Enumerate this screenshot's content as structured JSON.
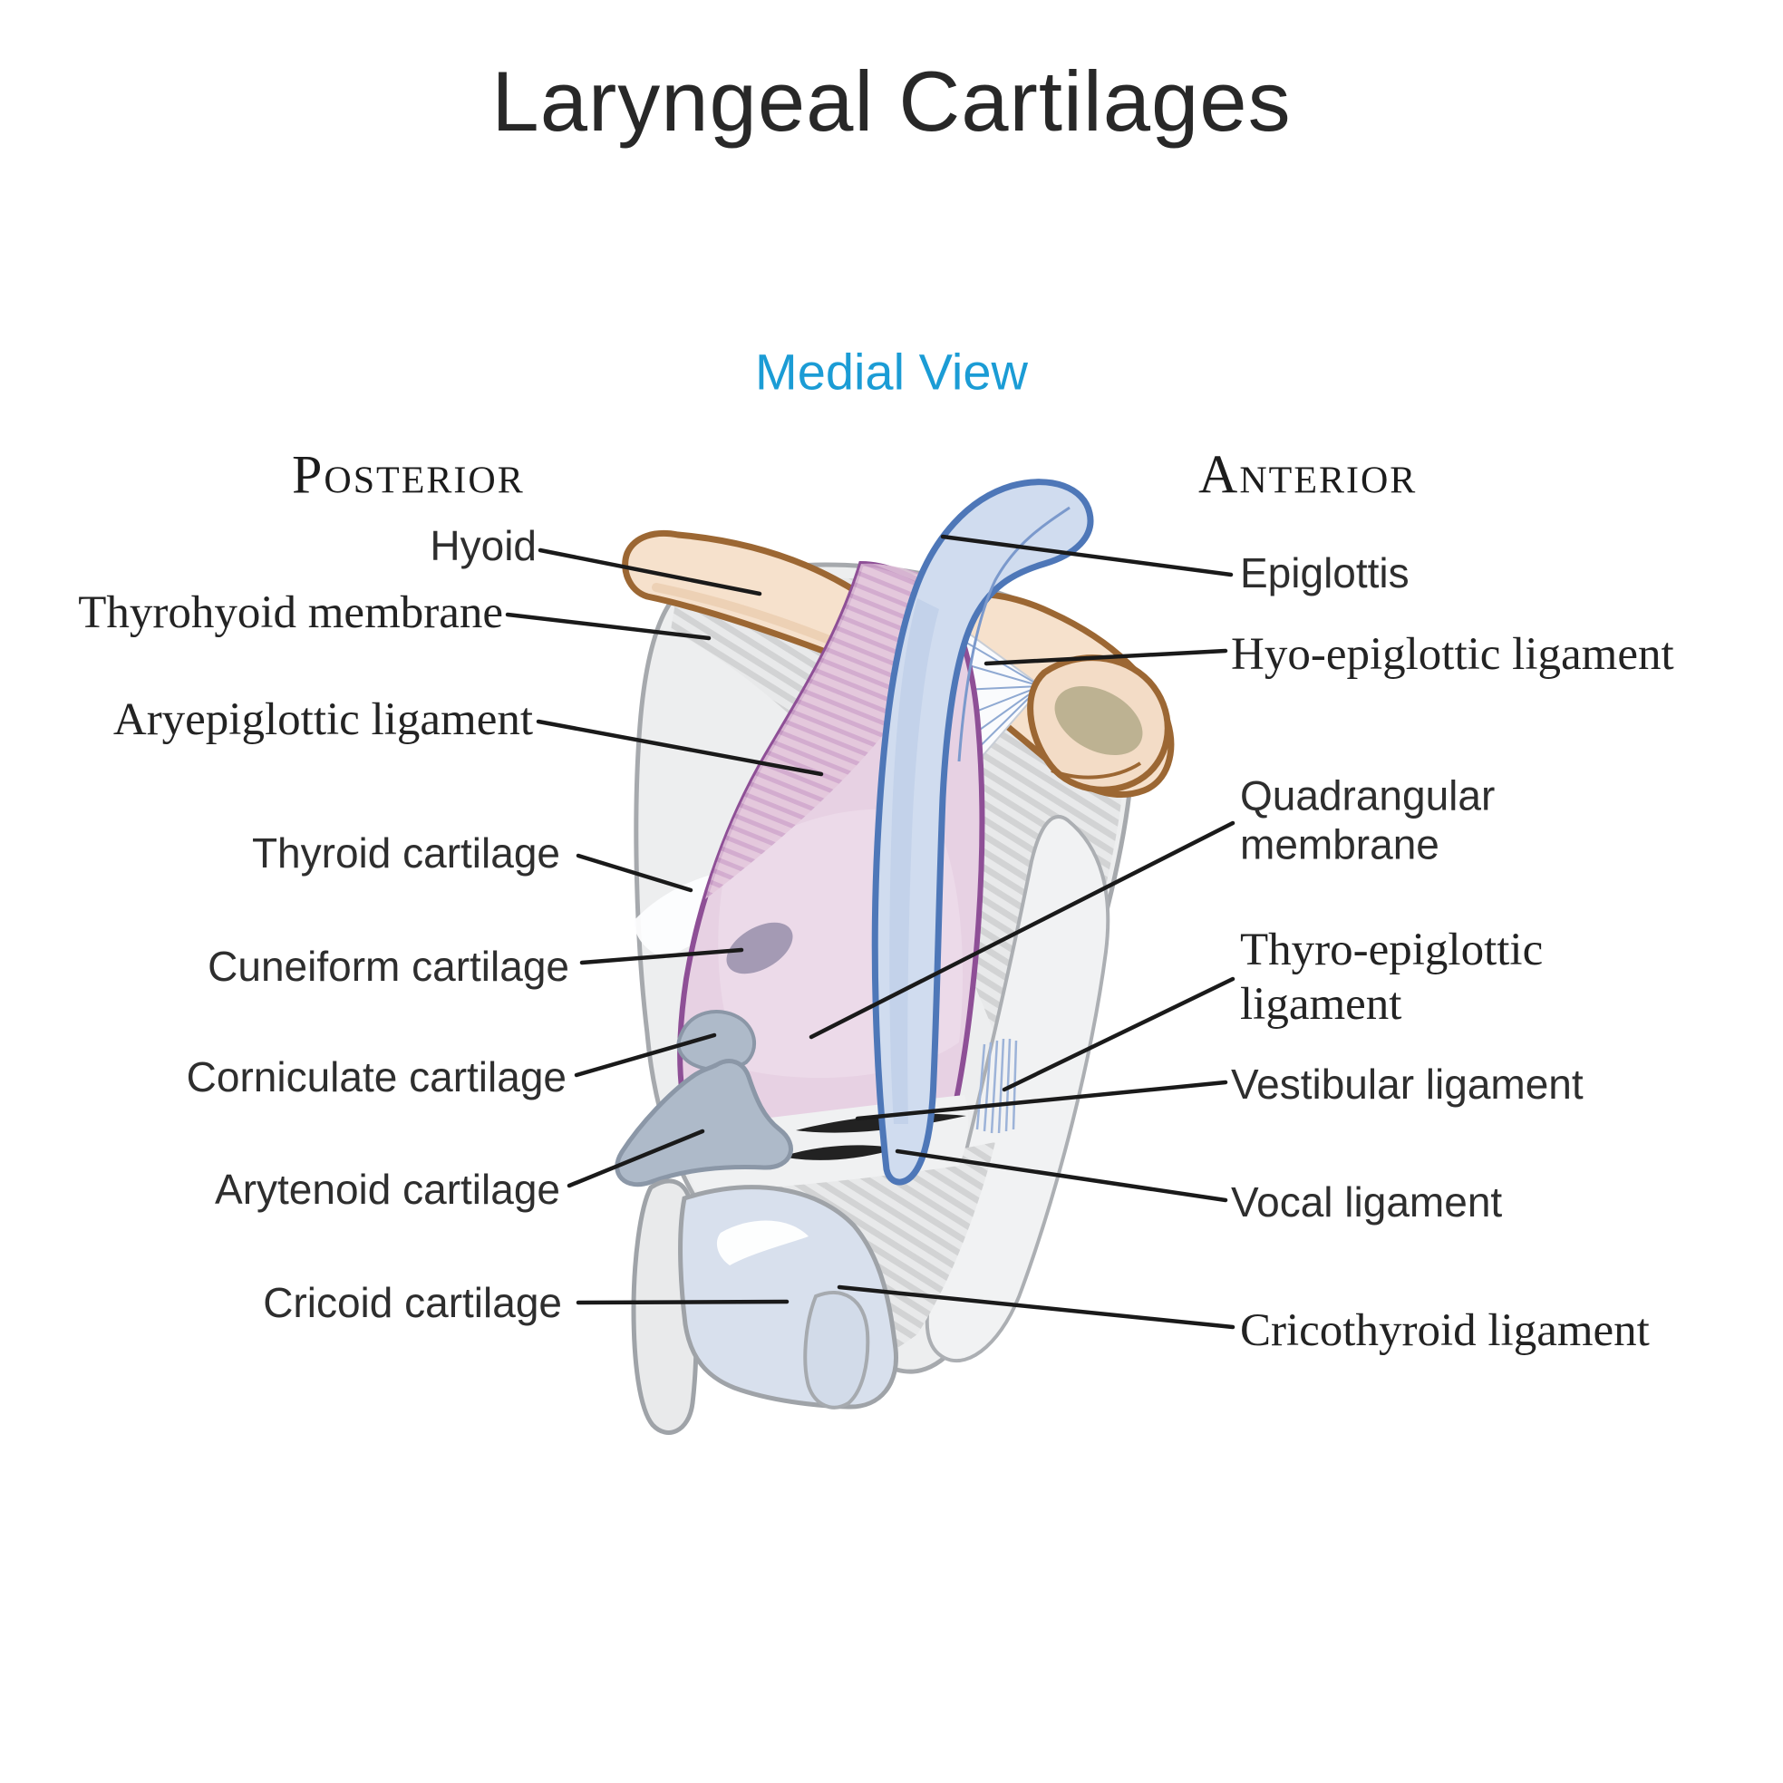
{
  "title": "Laryngeal Cartilages",
  "subtitle": "Medial View",
  "orientation": {
    "left": "Posterior",
    "right": "Anterior"
  },
  "colors": {
    "subtitle_blue": "#1b9cd5",
    "leader_line": "#1a1a1a",
    "epiglottis_fill": "#d0dcef",
    "epiglottis_outline": "#4e77b8",
    "hyoid_fill": "#f6e1cc",
    "hyoid_outline": "#9c6733",
    "hyoid_section_oval": "#bdb292",
    "quadrangular_fill": "#e7d1e3",
    "quadrangular_outline": "#8e4f96",
    "cartilage_gray_fill": "#edeeef",
    "cartilage_gray_outline": "#a6a9ad",
    "arytenoid_fill": "#aebac9",
    "arytenoid_outline": "#8b97a7",
    "cricoid_fill": "#d8e0ed",
    "cuneiform_fill": "#a49ab4",
    "ligament_lens": "#222222",
    "fan_line_blue": "#8fa9d2"
  },
  "labels_left": [
    {
      "id": "hyoid",
      "text": "Hyoid",
      "font": "sans"
    },
    {
      "id": "thyrohyoid",
      "text": "Thyrohyoid membrane",
      "font": "serif"
    },
    {
      "id": "aryepiglottic",
      "text": "Aryepiglottic ligament",
      "font": "serif"
    },
    {
      "id": "thyroid",
      "text": "Thyroid cartilage",
      "font": "sans"
    },
    {
      "id": "cuneiform",
      "text": "Cuneiform cartilage",
      "font": "sans"
    },
    {
      "id": "corniculate",
      "text": "Corniculate cartilage",
      "font": "sans"
    },
    {
      "id": "arytenoid",
      "text": "Arytenoid cartilage",
      "font": "sans"
    },
    {
      "id": "cricoid",
      "text": "Cricoid cartilage",
      "font": "sans"
    }
  ],
  "labels_right": [
    {
      "id": "epiglottis",
      "text": "Epiglottis",
      "font": "sans"
    },
    {
      "id": "hyoepiglottic",
      "text": "Hyo-epiglottic ligament",
      "font": "serif"
    },
    {
      "id": "quadrangular",
      "text": "Quadrangular\nmembrane",
      "font": "sans"
    },
    {
      "id": "thyroepiglottic",
      "text": "Thyro-epiglottic\nligament",
      "font": "serif"
    },
    {
      "id": "vestibular",
      "text": "Vestibular ligament",
      "font": "sans"
    },
    {
      "id": "vocal",
      "text": "Vocal ligament",
      "font": "sans"
    },
    {
      "id": "cricothyroid",
      "text": "Cricothyroid ligament",
      "font": "serif"
    }
  ]
}
